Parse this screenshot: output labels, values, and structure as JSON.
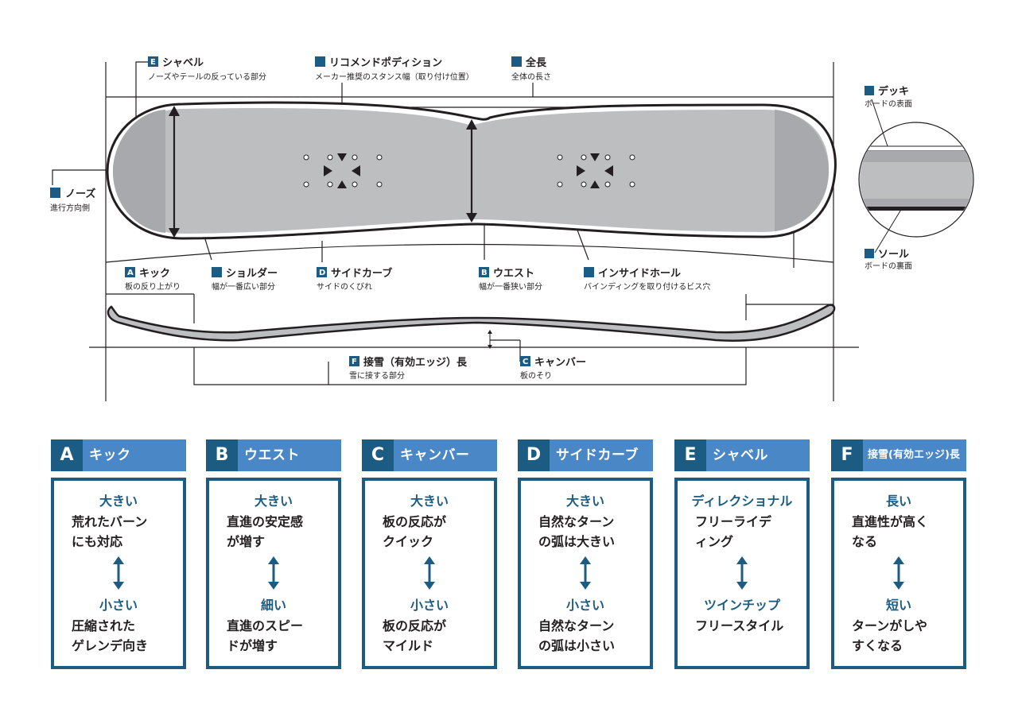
{
  "diagram": {
    "labels": {
      "E": {
        "letter": "E",
        "title": "シャベル",
        "desc": "ノーズやテールの反っている部分"
      },
      "recommend": {
        "title": "リコメンドポディション",
        "desc": "メーカー推奨のスタンス幅（取り付け位置）"
      },
      "length": {
        "title": "全長",
        "desc": "全体の長さ"
      },
      "deck": {
        "title": "デッキ",
        "desc": "ボードの表面"
      },
      "nose": {
        "title": "ノーズ",
        "desc": "進行方向側"
      },
      "sole": {
        "title": "ソール",
        "desc": "ボードの裏面"
      },
      "A": {
        "letter": "A",
        "title": "キック",
        "desc": "板の反り上がり"
      },
      "shoulder": {
        "title": "ショルダー",
        "desc": "幅が一番広い部分"
      },
      "D": {
        "letter": "D",
        "title": "サイドカーブ",
        "desc": "サイドのくびれ"
      },
      "B": {
        "letter": "B",
        "title": "ウエスト",
        "desc": "幅が一番狭い部分"
      },
      "insert": {
        "title": "インサイドホール",
        "desc": "バインディングを取り付けるビス穴"
      },
      "F": {
        "letter": "F",
        "title": "接雪（有効エッジ）長",
        "desc": "雪に接する部分"
      },
      "C": {
        "letter": "C",
        "title": "キャンバー",
        "desc": "板のそり"
      }
    }
  },
  "cards": [
    {
      "letter": "A",
      "title": "キック",
      "big_label": "大きい",
      "big_desc": "荒れたバーン\nにも対応",
      "small_label": "小さい",
      "small_desc": "圧縮された\nゲレンデ向き"
    },
    {
      "letter": "B",
      "title": "ウエスト",
      "big_label": "大きい",
      "big_desc": "直進の安定感\nが増す",
      "small_label": "細い",
      "small_desc": "直進のスピー\nドが増す"
    },
    {
      "letter": "C",
      "title": "キャンバー",
      "big_label": "大きい",
      "big_desc": "板の反応が\nクイック",
      "small_label": "小さい",
      "small_desc": "板の反応が\nマイルド"
    },
    {
      "letter": "D",
      "title": "サイドカーブ",
      "big_label": "大きい",
      "big_desc": "自然なターン\nの弧は大きい",
      "small_label": "小さい",
      "small_desc": "自然なターン\nの弧は小さい"
    },
    {
      "letter": "E",
      "title": "シャベル",
      "big_label": "ディレクショナル",
      "big_desc": "フリーライデ\nィング",
      "small_label": "ツインチップ",
      "small_desc": "フリースタイル"
    },
    {
      "letter": "F",
      "title": "接雪(有効エッジ)長",
      "big_label": "長い",
      "big_desc": "直進性が高く\nなる",
      "small_label": "短い",
      "small_desc": "ターンがしや\nすくなる"
    }
  ],
  "colors": {
    "accent": "#1c5c83",
    "header": "#4a87c6",
    "board": "#bcbec0",
    "board_tip": "#a7a9ac"
  }
}
